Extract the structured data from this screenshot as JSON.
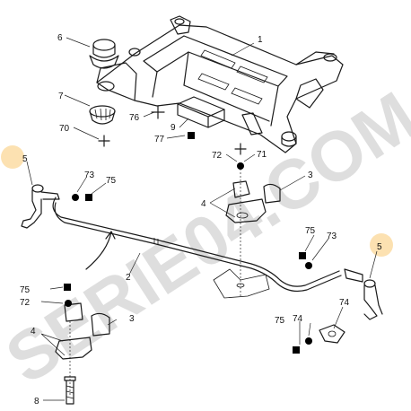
{
  "watermark": "SERIE04.COM",
  "colors": {
    "highlight": "#fbdca3",
    "line": "#1a1a1a",
    "watermark": "#8a8a8a"
  },
  "labels": {
    "l1": "1",
    "l6": "6",
    "l7": "7",
    "l70": "70",
    "l76": "76",
    "l77": "77",
    "l9": "9",
    "l5a": "5",
    "l73a": "73",
    "l75a": "75",
    "l72a": "72",
    "l71": "71",
    "l3a": "3",
    "l4a": "4",
    "l2": "2",
    "l75b": "75",
    "l73b": "73",
    "l5b": "5",
    "l75c": "75",
    "l72b": "72",
    "l4b": "4",
    "l3b": "3",
    "l74a": "74",
    "l75d": "75",
    "l74b": "74",
    "l8": "8"
  }
}
